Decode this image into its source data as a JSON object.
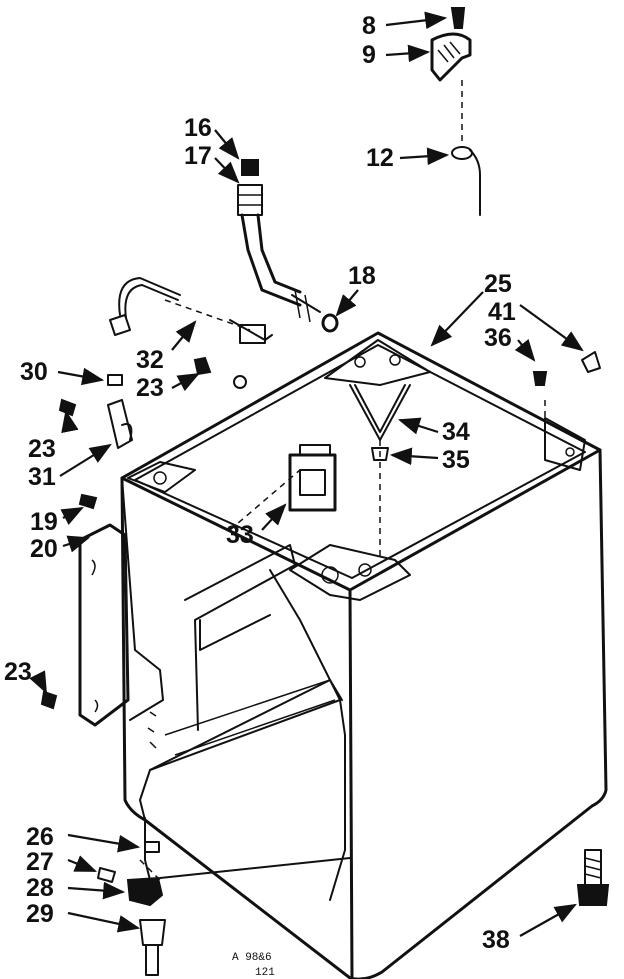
{
  "labels": {
    "l8": "8",
    "l9": "9",
    "l12": "12",
    "l16": "16",
    "l17": "17",
    "l18": "18",
    "l25": "25",
    "l41": "41",
    "l36": "36",
    "l30": "30",
    "l32": "32",
    "l23a": "23",
    "l23b": "23",
    "l31": "31",
    "l34": "34",
    "l35": "35",
    "l19": "19",
    "l20": "20",
    "l33": "33",
    "l23c": "23",
    "l26": "26",
    "l27": "27",
    "l28": "28",
    "l29": "29",
    "l38": "38"
  },
  "footer": {
    "code": "A  98&6",
    "sub": "121"
  }
}
